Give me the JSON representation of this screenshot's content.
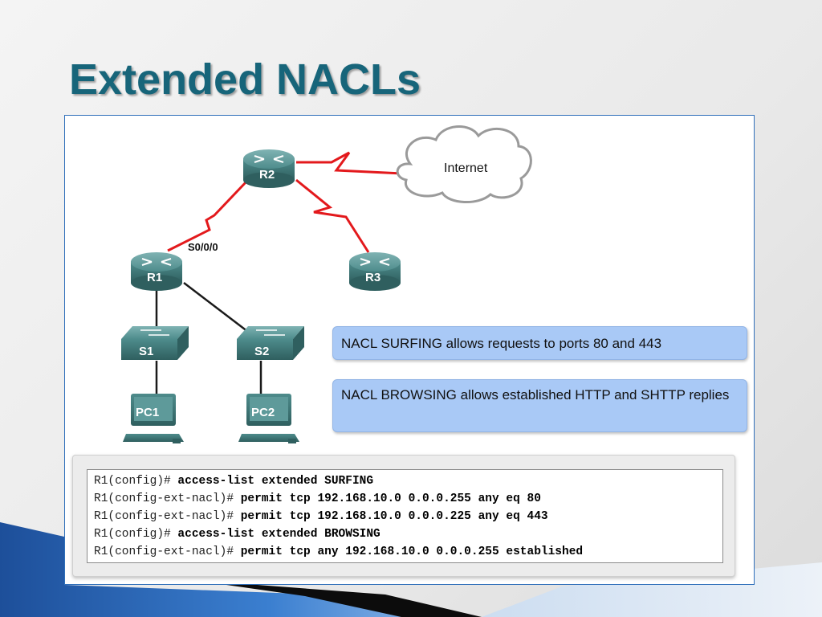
{
  "slide": {
    "title": "Extended NACLs"
  },
  "diagram": {
    "routers": [
      {
        "id": "r2",
        "label": "R2"
      },
      {
        "id": "r1",
        "label": "R1"
      },
      {
        "id": "r3",
        "label": "R3"
      }
    ],
    "switches": [
      {
        "id": "s1",
        "label": "S1"
      },
      {
        "id": "s2",
        "label": "S2"
      }
    ],
    "pcs": [
      {
        "id": "pc1",
        "label": "PC1"
      },
      {
        "id": "pc2",
        "label": "PC2"
      }
    ],
    "cloud_label": "Internet",
    "interface_label": "S0/0/0",
    "colors": {
      "serial_link": "#e3191c",
      "ethernet_link": "#1a1a1a",
      "device": "#4e8c8c",
      "callout": "#a9c9f6"
    }
  },
  "callouts": [
    {
      "text": "NACL SURFING allows requests to ports 80 and 443"
    },
    {
      "text": "NACL BROWSING allows established HTTP and SHTTP replies"
    }
  ],
  "cli": [
    {
      "prompt": "R1(config)# ",
      "command": "access-list extended SURFING"
    },
    {
      "prompt": "R1(config-ext-nacl)# ",
      "command": "permit tcp 192.168.10.0 0.0.0.255 any eq 80"
    },
    {
      "prompt": "R1(config-ext-nacl)# ",
      "command": "permit tcp 192.168.10.0 0.0.0.225 any eq 443"
    },
    {
      "prompt": "R1(config)# ",
      "command": "access-list extended BROWSING"
    },
    {
      "prompt": "R1(config-ext-nacl)# ",
      "command": "permit tcp any 192.168.10.0 0.0.0.255 established"
    }
  ]
}
